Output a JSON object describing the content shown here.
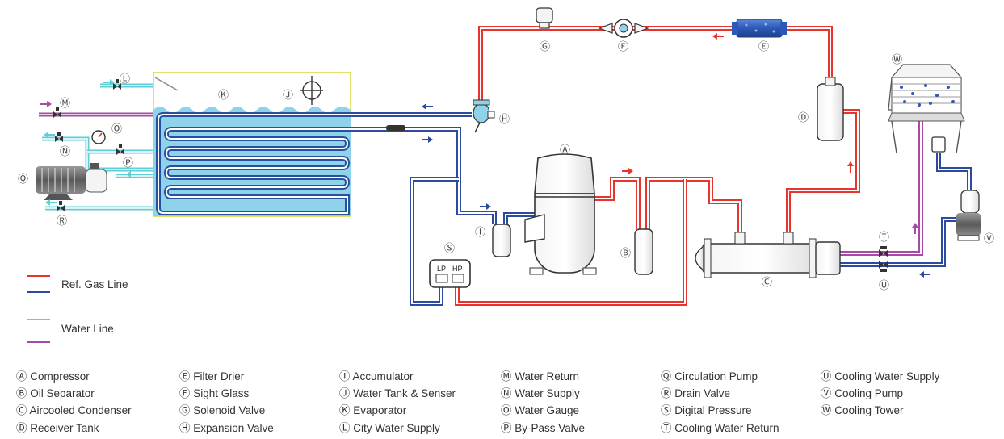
{
  "colors": {
    "refrigerant": "#e8342d",
    "refrigerant_cold": "#2b4aa0",
    "water_supply": "#5ecfd6",
    "water_return": "#a64ca6",
    "tank_fill": "#8ed3ea",
    "tank_border": "#e2e26a",
    "coil": "#27509e"
  },
  "legend": {
    "ref_gas_line": "Ref. Gas Line",
    "water_line": "Water Line"
  },
  "markers": {
    "A": "Ⓐ",
    "B": "Ⓑ",
    "C": "Ⓒ",
    "D": "Ⓓ",
    "E": "Ⓔ",
    "F": "Ⓕ",
    "G": "Ⓖ",
    "H": "Ⓗ",
    "I": "Ⓘ",
    "J": "Ⓙ",
    "K": "Ⓚ",
    "L": "Ⓛ",
    "M": "Ⓜ",
    "N": "Ⓝ",
    "O": "Ⓞ",
    "P": "Ⓟ",
    "Q": "Ⓠ",
    "R": "Ⓡ",
    "S": "Ⓢ",
    "T": "Ⓣ",
    "U": "Ⓤ",
    "V": "Ⓥ",
    "W": "Ⓦ"
  },
  "digital_pressure": {
    "lp": "LP",
    "hp": "HP"
  },
  "components": [
    {
      "marker": "Ⓐ",
      "name": "Compressor"
    },
    {
      "marker": "Ⓑ",
      "name": "Oil Separator"
    },
    {
      "marker": "Ⓒ",
      "name": "Aircooled Condenser"
    },
    {
      "marker": "Ⓓ",
      "name": "Receiver Tank"
    },
    {
      "marker": "Ⓔ",
      "name": "Filter Drier"
    },
    {
      "marker": "Ⓕ",
      "name": "Sight Glass"
    },
    {
      "marker": "Ⓖ",
      "name": "Solenoid Valve"
    },
    {
      "marker": "Ⓗ",
      "name": "Expansion Valve"
    },
    {
      "marker": "Ⓘ",
      "name": "Accumulator"
    },
    {
      "marker": "Ⓙ",
      "name": "Water Tank & Senser"
    },
    {
      "marker": "Ⓚ",
      "name": "Evaporator"
    },
    {
      "marker": "Ⓛ",
      "name": "City Water Supply"
    },
    {
      "marker": "Ⓜ",
      "name": "Water Return"
    },
    {
      "marker": "Ⓝ",
      "name": "Water Supply"
    },
    {
      "marker": "Ⓞ",
      "name": "Water Gauge"
    },
    {
      "marker": "Ⓟ",
      "name": "By-Pass Valve"
    },
    {
      "marker": "Ⓠ",
      "name": "Circulation Pump"
    },
    {
      "marker": "Ⓡ",
      "name": "Drain Valve"
    },
    {
      "marker": "Ⓢ",
      "name": "Digital Pressure"
    },
    {
      "marker": "Ⓣ",
      "name": "Cooling Water Return"
    },
    {
      "marker": "Ⓤ",
      "name": "Cooling Water Supply"
    },
    {
      "marker": "Ⓥ",
      "name": "Cooling Pump"
    },
    {
      "marker": "Ⓦ",
      "name": "Cooling Tower"
    }
  ]
}
